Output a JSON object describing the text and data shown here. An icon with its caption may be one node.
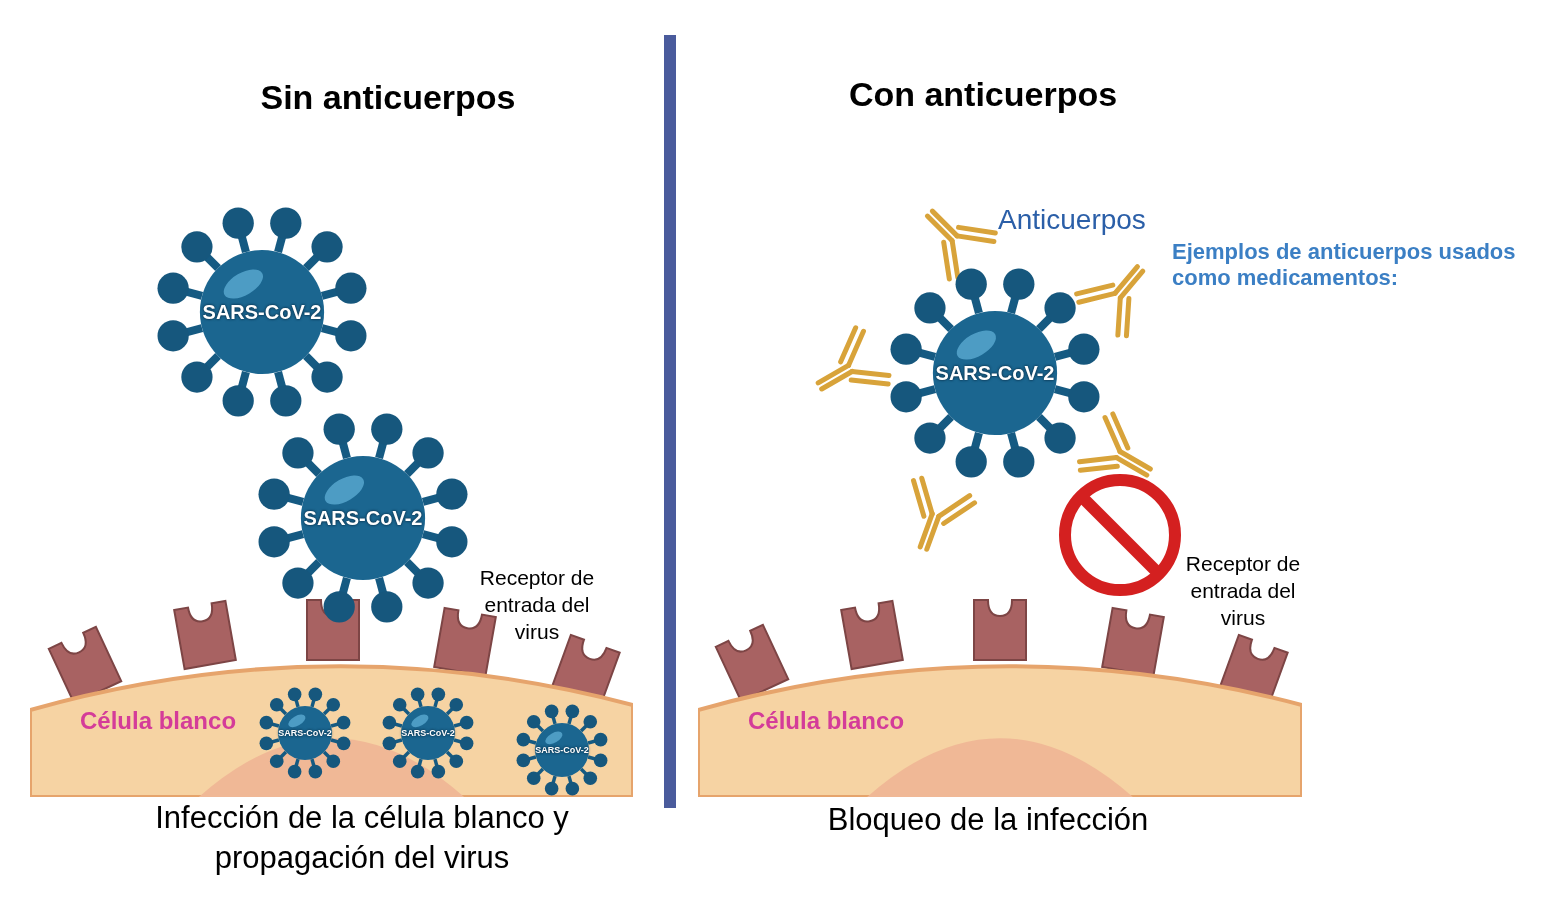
{
  "diagram": {
    "nodes": [
      {
        "text": [
          "SARS-CoV-2"
        ]
      },
      {
        "text": [
          "SARS-CoV-2"
        ]
      },
      {
        "text": [
          "Célula blanco"
        ]
      },
      {
        "text": [
          "SARS-CoV-2"
        ],
        "in": 2
      },
      {
        "text": [
          "SARS-CoV-2"
        ],
        "in": 2
      },
      {
        "text": [
          "SARS-CoV-2"
        ],
        "in": 2
      },
      {
        "text": [
          "SARS-CoV-2"
        ]
      },
      {
        "text": [
          "Célula blanco"
        ]
      }
    ],
    "labels": [
      "Sin anticuerpos",
      "Con anticuerpos",
      "Anticuerpos",
      "Ejemplos de anticuerpos usados como medicamentos:",
      "Receptor de entrada del virus",
      "Receptor de entrada del virus",
      "Infección de la célula blanco y propagación del virus",
      "Bloqueo de la infección"
    ]
  }
}
